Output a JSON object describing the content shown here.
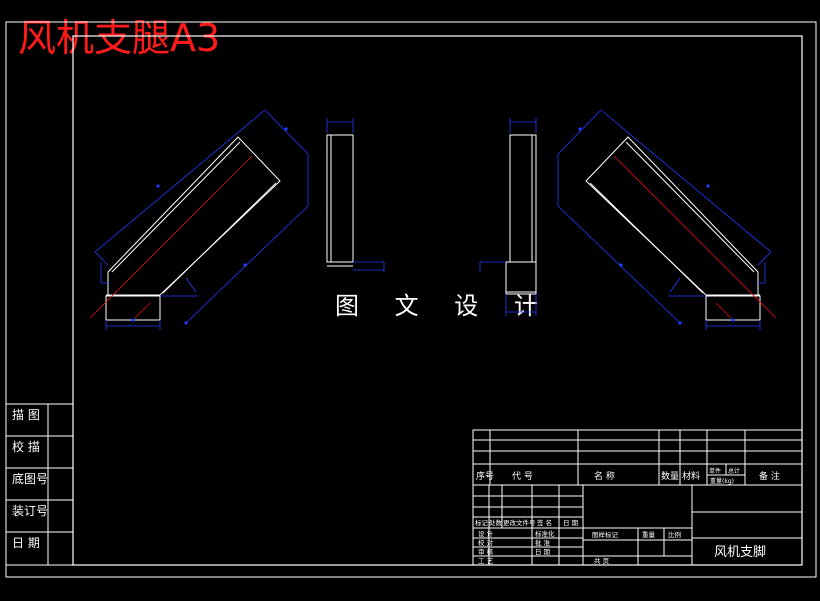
{
  "title_red": "风机支腿A3",
  "watermark": "图 文 设 计",
  "side_column": [
    "描 图",
    "校 描",
    "底图号",
    "装订号",
    "日 期"
  ],
  "bom_header": {
    "seq": "序号",
    "code": "代 号",
    "name": "名 称",
    "qty": "数量",
    "material": "材料",
    "unit_weight": "单件",
    "total_weight": "总计",
    "weight": "重量(kg)",
    "remark": "备 注"
  },
  "titleblock": {
    "mark": "标记",
    "count": "处数",
    "change_doc": "更改文件号",
    "sign": "签 名",
    "date": "日 期",
    "design": "设 计",
    "check": "校 对",
    "review": "审 核",
    "process": "工 艺",
    "standardize": "标准化",
    "approve": "批 准",
    "date2": "日 期",
    "stage_mark": "图样标记",
    "weight": "重量",
    "scale": "比例",
    "sheets": "共 页",
    "drawing_name": "风机支脚"
  },
  "colors": {
    "line": "#ffffff",
    "dim": "#1e3cff",
    "center": "#e01010",
    "title": "#ff1a1a"
  }
}
